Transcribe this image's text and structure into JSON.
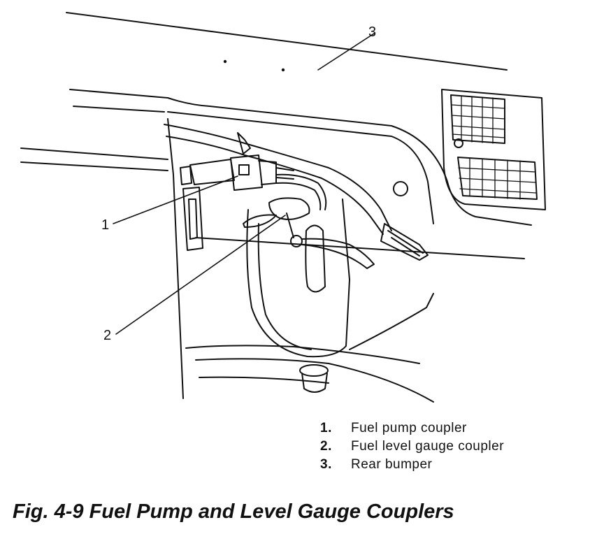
{
  "callouts": [
    {
      "num": "1"
    },
    {
      "num": "2"
    },
    {
      "num": "3"
    }
  ],
  "legend": [
    {
      "num": "1.",
      "text": "Fuel pump coupler"
    },
    {
      "num": "2.",
      "text": "Fuel level gauge coupler"
    },
    {
      "num": "3.",
      "text": "Rear bumper"
    }
  ],
  "caption": "Fig. 4-9  Fuel Pump and Level Gauge Couplers",
  "colors": {
    "ink": "#111111",
    "paper": "#ffffff"
  }
}
